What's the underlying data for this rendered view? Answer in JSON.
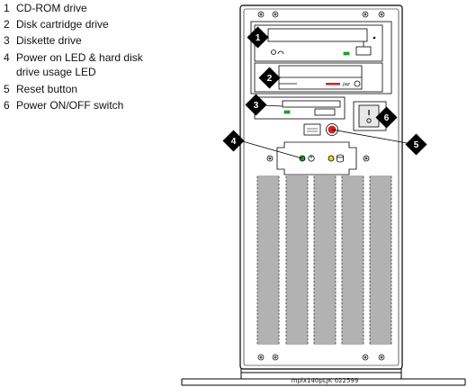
{
  "legend": [
    {
      "number": "1",
      "lines": [
        "CD-ROM drive"
      ]
    },
    {
      "number": "2",
      "lines": [
        "Disk cartridge drive"
      ]
    },
    {
      "number": "3",
      "lines": [
        "Diskette drive"
      ]
    },
    {
      "number": "4",
      "lines": [
        "Power on LED & hard disk",
        "drive usage LED"
      ]
    },
    {
      "number": "5",
      "lines": [
        "Reset button"
      ]
    },
    {
      "number": "6",
      "lines": [
        "Power ON/OFF switch"
      ]
    }
  ],
  "callouts": [
    "1",
    "2",
    "3",
    "4",
    "5",
    "6"
  ],
  "drive_label": "jaz",
  "caption": "mpix140pLJK 022599"
}
